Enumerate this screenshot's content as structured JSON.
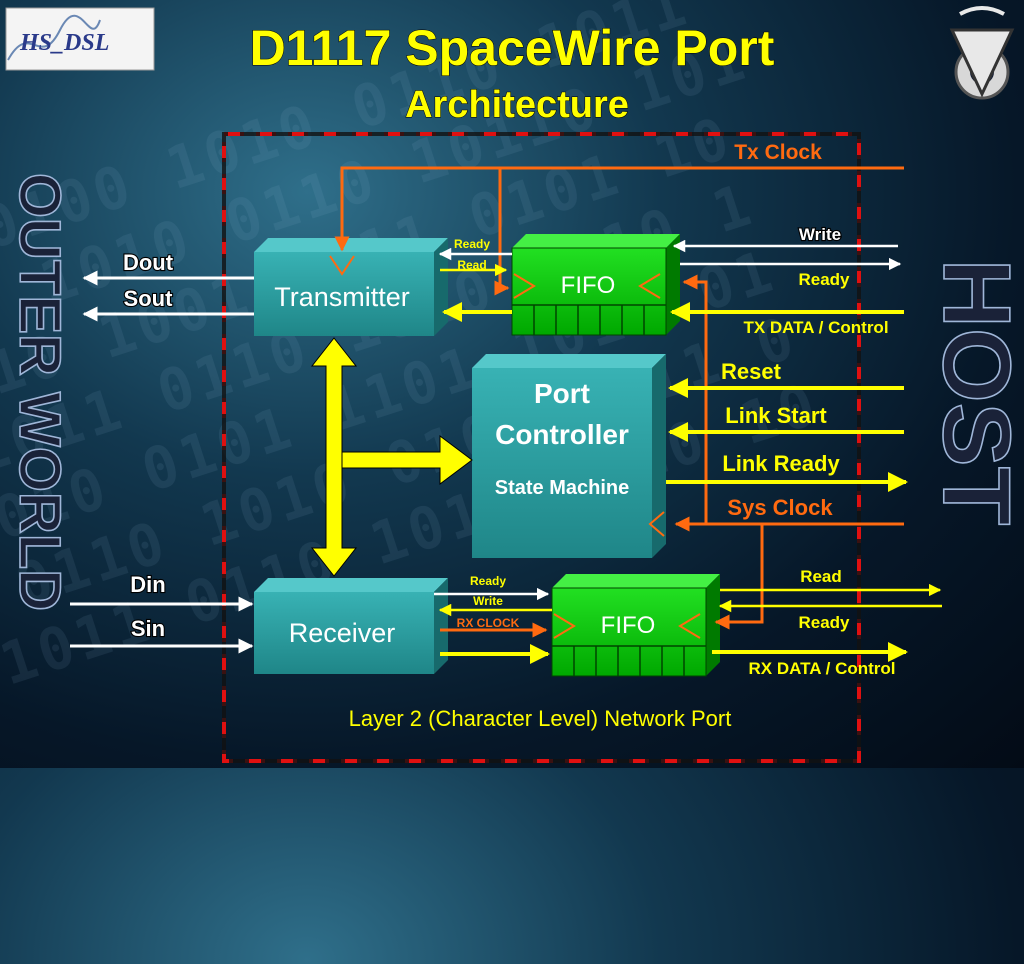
{
  "title": "D1117 SpaceWire Port",
  "subtitle": "Architecture",
  "logo_left": "HS_DSL",
  "left_vertical": "OUTER WORLD",
  "right_vertical": "HOST",
  "footer": "Layer 2 (Character Level) Network Port",
  "blocks": {
    "transmitter": "Transmitter",
    "receiver": "Receiver",
    "fifo_tx": "FIFO",
    "fifo_rx": "FIFO",
    "port_controller_line1": "Port",
    "port_controller_line2": "Controller",
    "state_machine": "State Machine"
  },
  "signals": {
    "tx_clock": "Tx Clock",
    "dout": "Dout",
    "sout": "Sout",
    "din": "Din",
    "sin": "Sin",
    "tx_ready_small": "Ready",
    "tx_read_small": "Read",
    "rx_ready_small": "Ready",
    "rx_write_small": "Write",
    "rx_clock_small": "RX CLOCK",
    "host_write": "Write",
    "host_ready_tx": "Ready",
    "tx_data": "TX DATA / Control",
    "reset": "Reset",
    "link_start": "Link Start",
    "link_ready": "Link Ready",
    "sys_clock": "Sys Clock",
    "host_read": "Read",
    "host_ready_rx": "Ready",
    "rx_data": "RX DATA / Control"
  },
  "colors": {
    "title": "#ffff00",
    "block_teal": "#2a9a9c",
    "fifo_green": "#00cc00",
    "clock_orange": "#ff6a10",
    "signal_yellow": "#ffff00",
    "boundary_red": "#e01010"
  }
}
